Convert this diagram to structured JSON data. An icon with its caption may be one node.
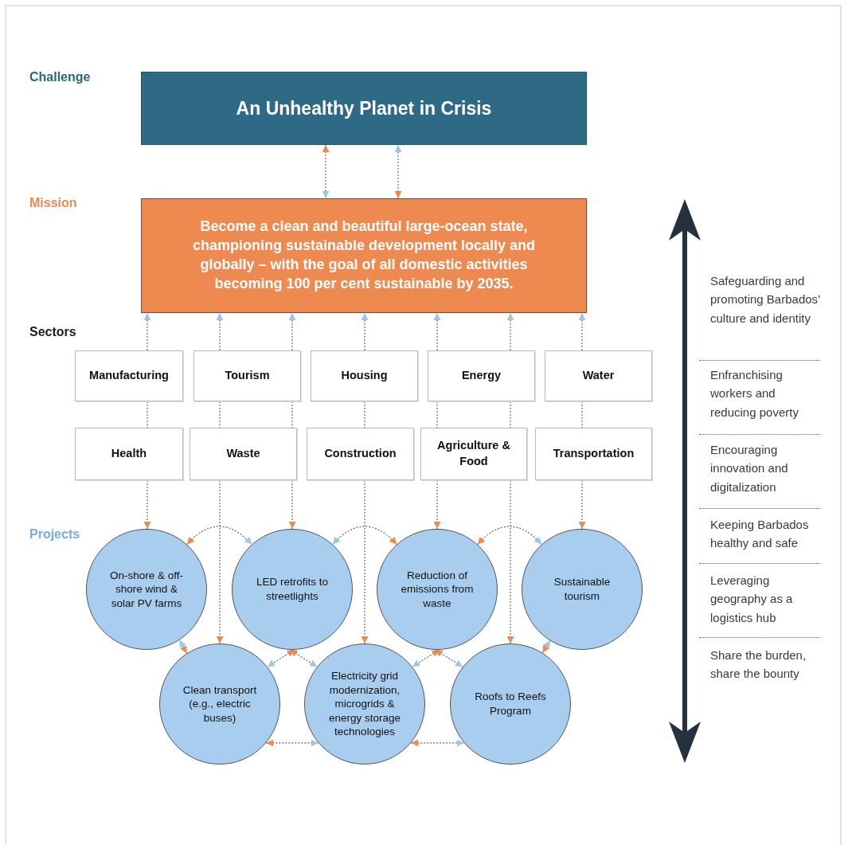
{
  "diagram": {
    "nodes": [
      {
        "text": [
          "An Unhealthy Planet in Crisis"
        ]
      },
      {
        "text": [
          "Become a clean and beautiful large-ocean state, championing sustainable development locally and globally – with the goal of all domestic activities becoming 100 per cent sustainable by 2035."
        ]
      },
      {
        "text": [
          "Manufacturing"
        ]
      },
      {
        "text": [
          "Tourism"
        ]
      },
      {
        "text": [
          "Housing"
        ]
      },
      {
        "text": [
          "Energy"
        ]
      },
      {
        "text": [
          "Water"
        ]
      },
      {
        "text": [
          "Health"
        ]
      },
      {
        "text": [
          "Waste"
        ]
      },
      {
        "text": [
          "Construction"
        ]
      },
      {
        "text": [
          "Agriculture & Food"
        ]
      },
      {
        "text": [
          "Transportation"
        ]
      },
      {
        "text": [
          "On-shore & off-shore wind & solar PV farms"
        ]
      },
      {
        "text": [
          "LED retrofits to streetlights"
        ]
      },
      {
        "text": [
          "Reduction of emissions from waste"
        ]
      },
      {
        "text": [
          "Sustainable tourism"
        ]
      },
      {
        "text": [
          "Clean transport (e.g., electric buses)"
        ]
      },
      {
        "text": [
          "Electricity grid modernization, microgrids & energy storage technologies"
        ]
      },
      {
        "text": [
          "Roofs to Reefs Program"
        ]
      }
    ],
    "edges": [
      {
        "from": 0,
        "to": 1,
        "arrow": "both"
      },
      {
        "from": 1,
        "to": 0,
        "arrow": "both"
      },
      {
        "from": 2,
        "to": 1,
        "arrow": "to"
      },
      {
        "from": 2,
        "to": 7,
        "arrow": "none"
      },
      {
        "from": 7,
        "to": 12,
        "arrow": "to"
      },
      {
        "from": 3,
        "to": 1,
        "arrow": "to"
      },
      {
        "from": 3,
        "to": 8,
        "arrow": "none"
      },
      {
        "from": 8,
        "to": 16,
        "arrow": "to"
      },
      {
        "from": 3,
        "to": 1,
        "arrow": "to"
      },
      {
        "from": 3,
        "to": 8,
        "arrow": "none"
      },
      {
        "from": 8,
        "to": 13,
        "arrow": "to"
      },
      {
        "from": 4,
        "to": 1,
        "arrow": "to"
      },
      {
        "from": 4,
        "to": 9,
        "arrow": "none"
      },
      {
        "from": 9,
        "to": 17,
        "arrow": "to"
      },
      {
        "from": 5,
        "to": 1,
        "arrow": "to"
      },
      {
        "from": 5,
        "to": 10,
        "arrow": "none"
      },
      {
        "from": 10,
        "to": 14,
        "arrow": "to"
      },
      {
        "from": 5,
        "to": 1,
        "arrow": "to"
      },
      {
        "from": 5,
        "to": 10,
        "arrow": "none"
      },
      {
        "from": 10,
        "to": 18,
        "arrow": "to"
      },
      {
        "from": 6,
        "to": 1,
        "arrow": "to"
      },
      {
        "from": 6,
        "to": 11,
        "arrow": "none"
      },
      {
        "from": 11,
        "to": 15,
        "arrow": "to"
      },
      {
        "from": 12,
        "to": 13,
        "arrow": "both"
      },
      {
        "from": 14,
        "to": 13,
        "arrow": "both"
      },
      {
        "from": 14,
        "to": 15,
        "arrow": "both"
      },
      {
        "from": 16,
        "to": 12,
        "arrow": "both"
      },
      {
        "from": 13,
        "to": 16,
        "arrow": "both"
      },
      {
        "from": 13,
        "to": 17,
        "arrow": "both"
      },
      {
        "from": 14,
        "to": 17,
        "arrow": "both"
      },
      {
        "from": 14,
        "to": 18,
        "arrow": "both"
      },
      {
        "from": 18,
        "to": 15,
        "arrow": "both"
      },
      {
        "from": 16,
        "to": 17,
        "arrow": "both"
      },
      {
        "from": 17,
        "to": 18,
        "arrow": "both"
      }
    ],
    "labels": [
      "Challenge",
      "Mission",
      "Sectors",
      "Projects",
      "Safeguarding and promoting Barbados’ culture and identity",
      "Enfranchising workers and reducing poverty",
      "Encouraging innovation and digitalization",
      "Keeping Barbados healthy and safe",
      "Leveraging geography as a logistics hub",
      "Share the burden, share the bounty"
    ]
  }
}
